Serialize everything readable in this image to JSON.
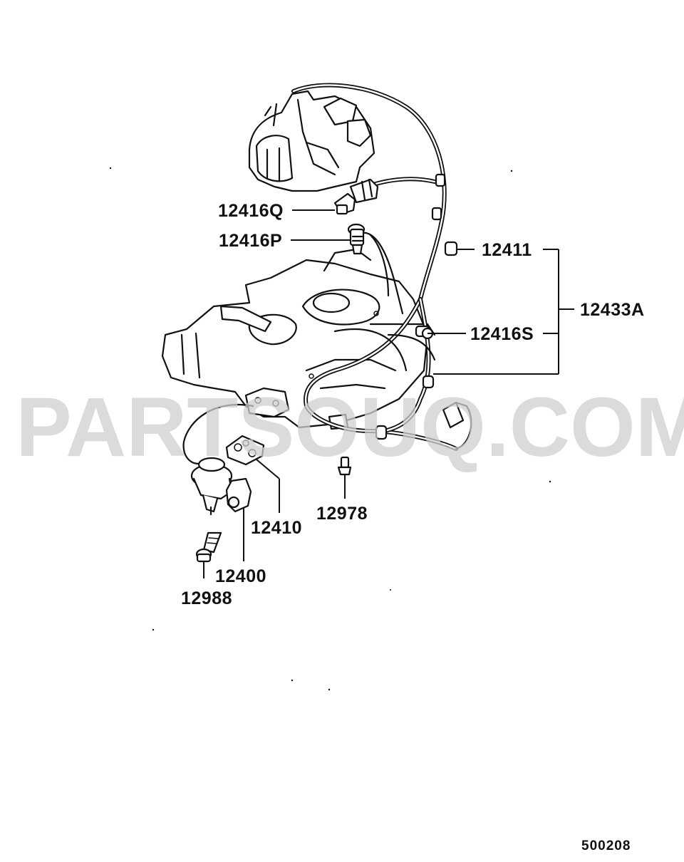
{
  "diagram": {
    "watermark": "PARTSOUQ.COM",
    "drawing_code": "500208",
    "parts": [
      {
        "id": "p12416Q",
        "number": "12416Q"
      },
      {
        "id": "p12416P",
        "number": "12416P"
      },
      {
        "id": "p12411",
        "number": "12411"
      },
      {
        "id": "p12433A",
        "number": "12433A"
      },
      {
        "id": "p12416S",
        "number": "12416S"
      },
      {
        "id": "p12410",
        "number": "12410"
      },
      {
        "id": "p12978",
        "number": "12978"
      },
      {
        "id": "p12400",
        "number": "12400"
      },
      {
        "id": "p12988",
        "number": "12988"
      }
    ]
  }
}
